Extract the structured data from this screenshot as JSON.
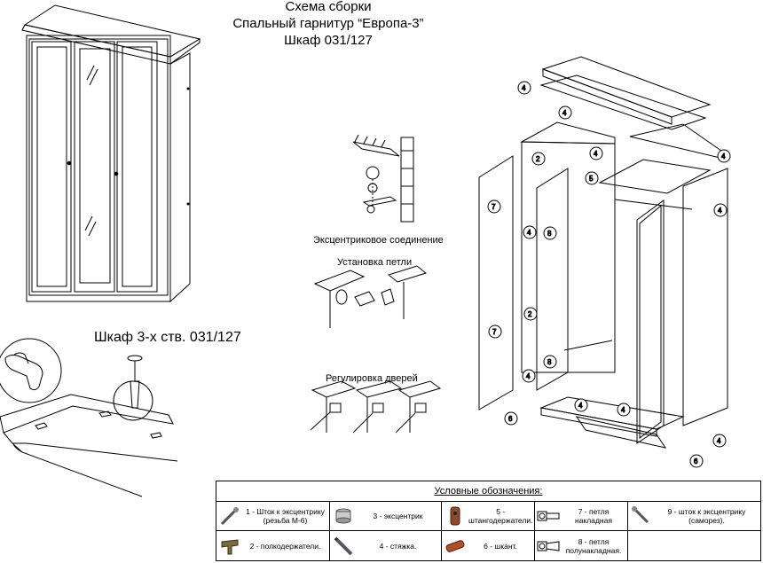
{
  "header": {
    "line1": "Схема сборки",
    "line2": "Спальный гарнитур “Европа-3”",
    "line3": "Шкаф 031/127"
  },
  "left_caption": "Шкаф 3-х ств. 031/127",
  "details": {
    "cam_caption": "Эксцентриковое соединение",
    "hinge_caption": "Установка петли",
    "door_caption": "Регулировка дверей"
  },
  "callouts": [
    "4",
    "4",
    "4",
    "4",
    "4",
    "4",
    "4",
    "4",
    "4",
    "4",
    "2",
    "2",
    "7",
    "7",
    "8",
    "8",
    "6",
    "6",
    "5"
  ],
  "legend": {
    "title": "Условные обозначения:",
    "items": [
      {
        "icon": "eccentric-rod-icon",
        "text": "1 - Шток к эксцентрику (резьба М-6)"
      },
      {
        "icon": "eccentric-icon",
        "text": "3 - эксцентрик"
      },
      {
        "icon": "rod-holder-icon",
        "text": "5 - штангодержатели."
      },
      {
        "icon": "overlay-hinge-icon",
        "text": "7 - петля накладная"
      },
      {
        "icon": "eccentric-screw-icon",
        "text": "9 - шток к эксцентрику (саморез)."
      },
      {
        "icon": "shelf-support-icon",
        "text": "2 - полкодержатели."
      },
      {
        "icon": "screw-tie-icon",
        "text": "4 - стяжка."
      },
      {
        "icon": "dowel-icon",
        "text": "6 - шкант."
      },
      {
        "icon": "half-overlay-hinge-icon",
        "text": "8 - петля полунакладная."
      },
      {
        "icon": "empty-cell",
        "text": ""
      }
    ]
  }
}
